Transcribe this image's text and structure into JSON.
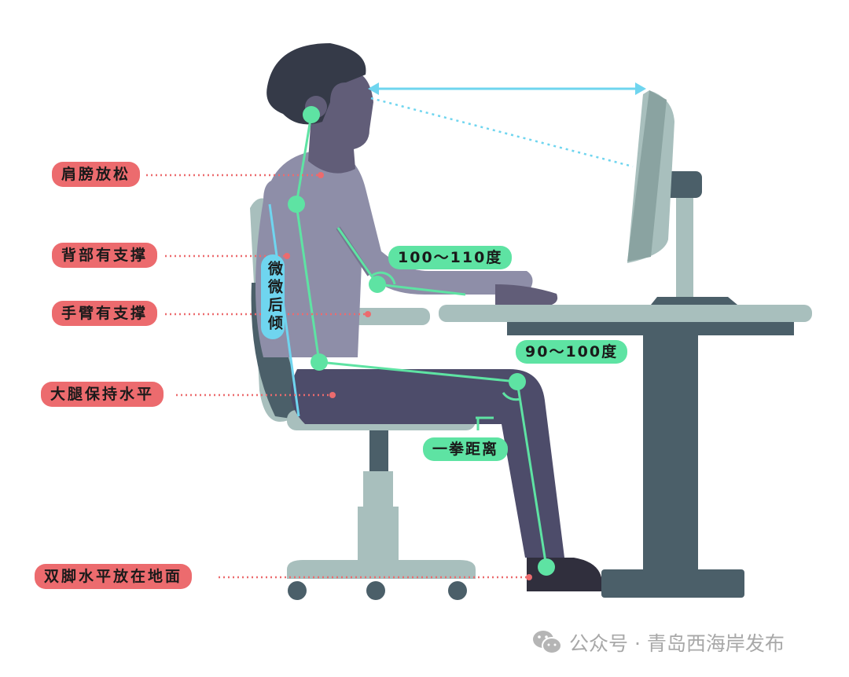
{
  "labels": {
    "shoulders": "肩膀放松",
    "back": "背部有支撑",
    "arms": "手臂有支撑",
    "thighs": "大腿保持水平",
    "feet": "双脚水平放在地面"
  },
  "angles": {
    "elbow": "100～110度",
    "knee": "90～100度",
    "gap": "一拳距离"
  },
  "recline": "微微后倾",
  "watermark": {
    "icon": "wechat-icon",
    "text": "公众号 · 青岛西海岸发布"
  },
  "colors": {
    "label": "#ec6b6e",
    "angle_label": "#5ee3a3",
    "recline_label": "#6fd5ef",
    "skeleton": "#5ee3a3",
    "sightline": "#6fd5ef"
  }
}
